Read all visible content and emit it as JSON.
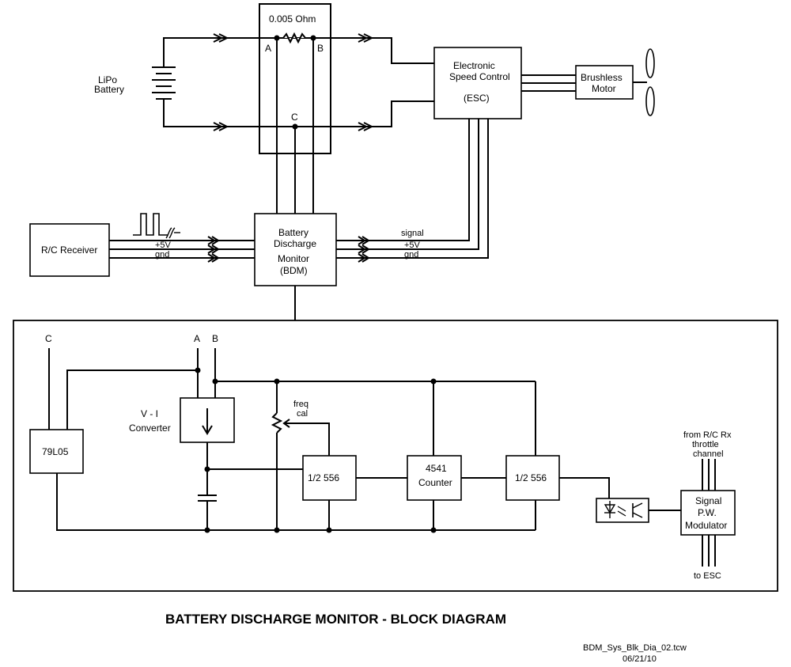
{
  "labels": {
    "shunt_value": "0.005 Ohm",
    "terminal_a": "A",
    "terminal_b": "B",
    "terminal_c": "C",
    "battery_line1": "LiPo",
    "battery_line2": "Battery",
    "esc_line1": "Electronic",
    "esc_line2": "Speed Control",
    "esc_line3": "(ESC)",
    "motor_line1": "Brushless",
    "motor_line2": "Motor",
    "receiver": "R/C Receiver",
    "bdm_line1": "Battery",
    "bdm_line2": "Discharge",
    "bdm_line3": "Monitor",
    "bdm_line4": "(BDM)",
    "wire_5v": "+5V",
    "wire_gnd": "gnd",
    "wire_signal": "signal",
    "lower_c": "C",
    "lower_a": "A",
    "lower_b": "B",
    "regulator": "79L05",
    "vi_line1": "V - I",
    "vi_line2": "Converter",
    "freq_line1": "freq",
    "freq_line2": "cal",
    "timer_left": "1/2 556",
    "counter_line1": "4541",
    "counter_line2": "Counter",
    "timer_right": "1/2 556",
    "rx_line1": "from R/C Rx",
    "rx_line2": "throttle",
    "rx_line3": "channel",
    "pwm_line1": "Signal",
    "pwm_line2": "P.W.",
    "pwm_line3": "Modulator",
    "to_esc": "to ESC"
  },
  "title": "BATTERY DISCHARGE MONITOR - BLOCK DIAGRAM",
  "file_name": "BDM_Sys_Blk_Dia_02.tcw",
  "date": "06/21/10"
}
